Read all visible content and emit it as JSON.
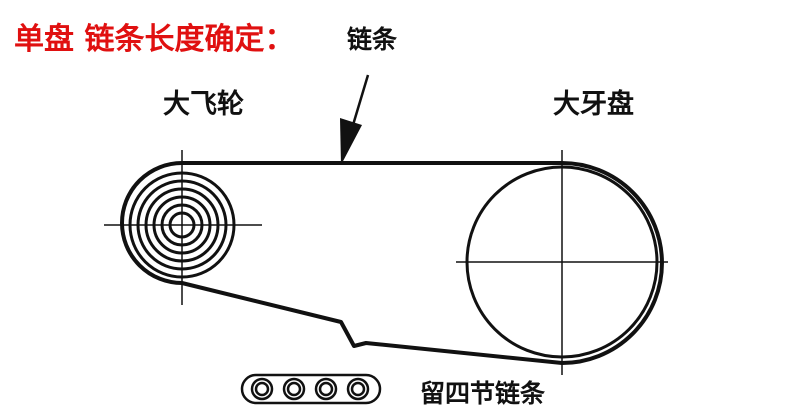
{
  "title": "单盘 链条长度确定：",
  "labels": {
    "chain": "链条",
    "rear_sprocket": "大飞轮",
    "chainring": "大牙盘",
    "keep_links": "留四节链条"
  }
}
